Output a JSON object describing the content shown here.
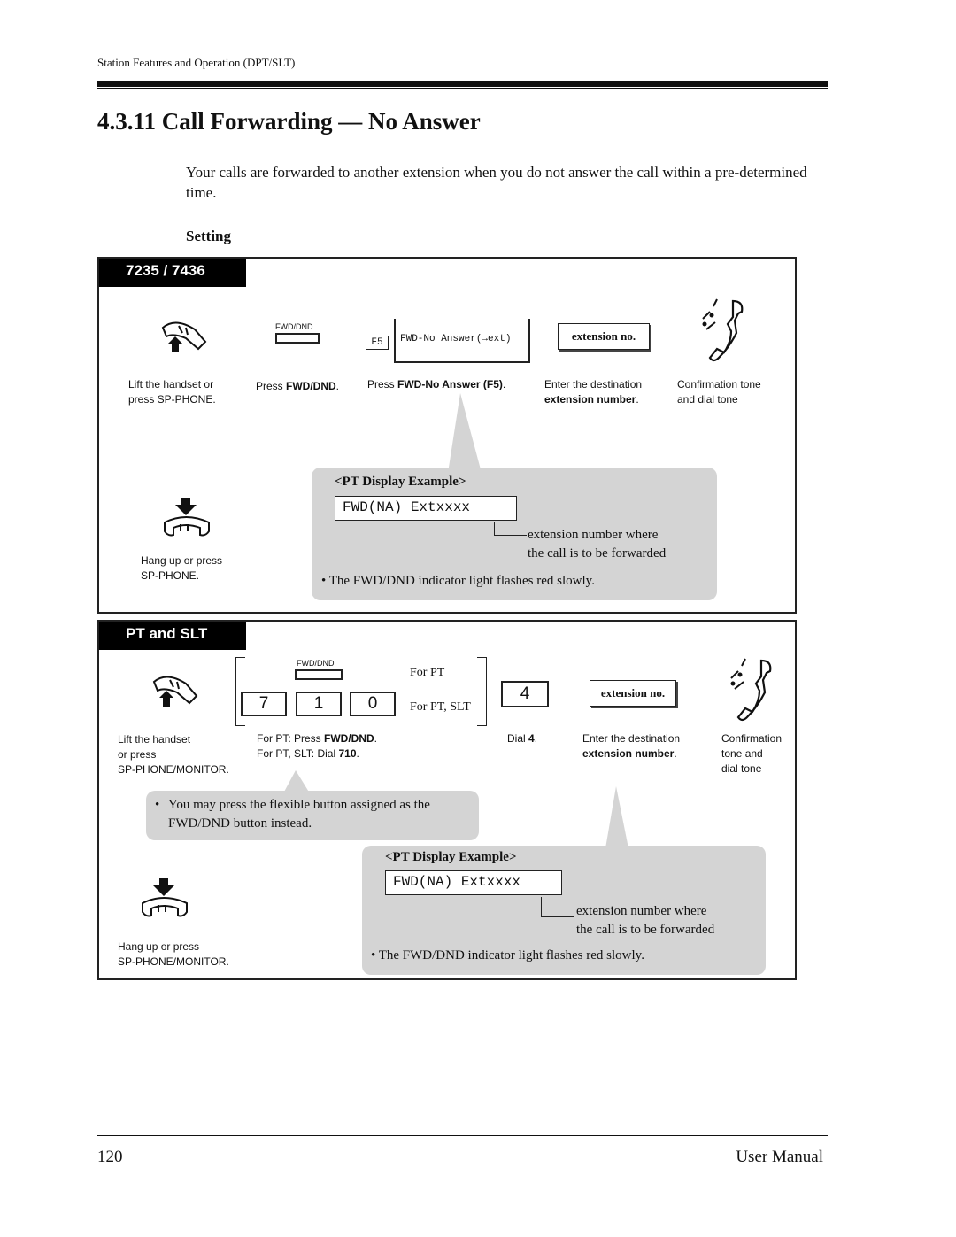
{
  "header": {
    "section": "Station Features and Operation (DPT/SLT)"
  },
  "title": "4.3.11   Call Forwarding — No Answer",
  "intro": "Your calls are forwarded to another extension when you do not answer the call within a pre-determined time.",
  "setting_heading": "Setting",
  "panel1": {
    "tag": "7235 / 7436",
    "fwd_dnd_small": "FWD/DND",
    "f5_key": "F5",
    "f5_display": "FWD-No Answer(→ext)",
    "ext_box": "extension no.",
    "step1": {
      "line1": "Lift the handset or",
      "line2": "press SP-PHONE."
    },
    "step2": {
      "prefix": "Press ",
      "bold": "FWD/DND",
      "suffix": "."
    },
    "step3": {
      "prefix": "Press ",
      "bold": "FWD-No Answer (F5)",
      "suffix": "."
    },
    "step4": {
      "line1": "Enter the destination",
      "bold": "extension number",
      "suffix": "."
    },
    "step5": {
      "line1": "Confirmation tone",
      "line2": "and dial tone"
    },
    "hangup": {
      "line1": "Hang up or press",
      "line2": "SP-PHONE."
    },
    "display_title": "<PT Display Example>",
    "display_text": "FWD(NA) Extxxxx",
    "display_note1": "extension number where",
    "display_note2": "the call is to be forwarded",
    "bullet": "The FWD/DND indicator light flashes red slowly."
  },
  "panel2": {
    "tag": "PT and SLT",
    "fwd_dnd_small": "FWD/DND",
    "keys": [
      "7",
      "1",
      "0"
    ],
    "for_pt": "For PT",
    "for_pt_slt": "For PT, SLT",
    "dial_key": "4",
    "ext_box": "extension no.",
    "step1": {
      "line1": "Lift the handset",
      "line2": "or press",
      "line3": "SP-PHONE/MONITOR."
    },
    "step2": {
      "line1_prefix": "For PT: Press ",
      "line1_bold": "FWD/DND",
      "line1_suffix": ".",
      "line2_prefix": "For PT, SLT: Dial ",
      "line2_bold": "710",
      "line2_suffix": "."
    },
    "step3": {
      "prefix": "Dial ",
      "bold": "4",
      "suffix": "."
    },
    "step4": {
      "line1": "Enter the destination",
      "bold": "extension number",
      "suffix": "."
    },
    "step5": {
      "line1": "Confirmation",
      "line2": "tone and",
      "line3": "dial tone"
    },
    "tip": "You may press the flexible button assigned as the FWD/DND button instead.",
    "hangup": {
      "line1": "Hang up or press",
      "line2": "SP-PHONE/MONITOR."
    },
    "display_title": "<PT Display Example>",
    "display_text": "FWD(NA) Extxxxx",
    "display_note1": "extension number where",
    "display_note2": "the call is to be forwarded",
    "bullet": "The FWD/DND indicator light flashes red slowly."
  },
  "footer": {
    "page_number": "120",
    "manual": "User Manual"
  }
}
